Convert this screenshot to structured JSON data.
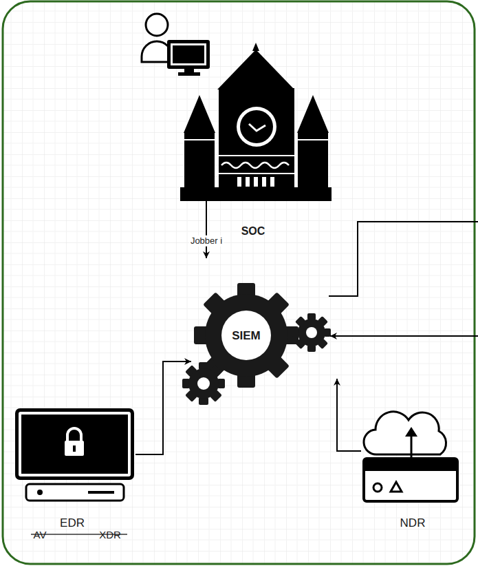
{
  "diagram": {
    "nodes": [
      {
        "text": [
          "SOC"
        ]
      },
      {
        "text": [
          "SIEM"
        ]
      },
      {
        "text": [
          "EDR",
          "AV",
          "XDR"
        ]
      },
      {
        "text": [
          "NDR"
        ]
      }
    ],
    "edges": [
      {
        "from": 0,
        "to": 1,
        "label": "Jobber i",
        "arrow": "to"
      },
      {
        "from": 2,
        "to": 1,
        "arrow": "to"
      },
      {
        "from": 3,
        "to": 1,
        "arrow": "to"
      }
    ]
  }
}
